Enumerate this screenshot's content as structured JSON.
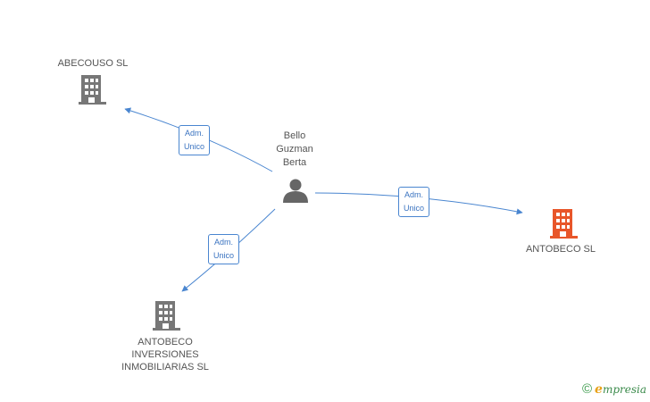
{
  "person": {
    "name": "Bello\nGuzman\nBerta",
    "icon": "person-icon",
    "color": "#666666"
  },
  "companies": {
    "abecouso": {
      "name": "ABECOUSO SL",
      "icon": "building-icon",
      "color": "#777777"
    },
    "antobeco": {
      "name": "ANTOBECO SL",
      "icon": "building-icon",
      "color": "#e8562a"
    },
    "antobeco_inversiones": {
      "name": "ANTOBECO\nINVERSIONES\nINMOBILIARIAS SL",
      "icon": "building-icon",
      "color": "#777777"
    }
  },
  "edges": {
    "to_abecouso": {
      "label": "Adm.\nUnico"
    },
    "to_antobeco": {
      "label": "Adm.\nUnico"
    },
    "to_antobeco_inversiones": {
      "label": "Adm.\nUnico"
    }
  },
  "colors": {
    "edge": "#4a86d0",
    "edge_label_text": "#3a73c0",
    "node_text": "#555555"
  },
  "footer": {
    "copyright_symbol": "©",
    "brand_initial": "e",
    "brand_rest": "mpresia"
  }
}
